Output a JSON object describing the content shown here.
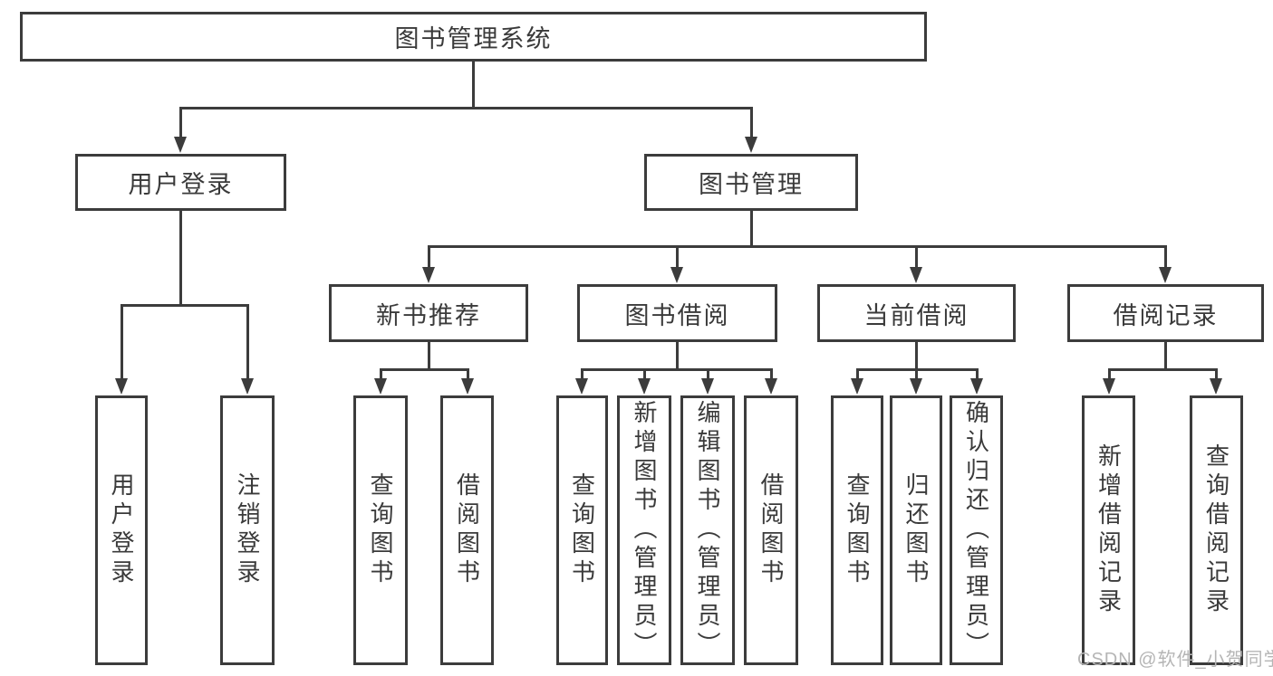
{
  "diagram": {
    "title": "图书管理系统",
    "watermark": "CSDN @软件_小贺同学",
    "colors": {
      "line": "#3c3c3c",
      "text": "#3a3a3a",
      "watermark": "#b5b5b5",
      "background": "#ffffff"
    },
    "nodes": [
      {
        "id": "root",
        "label": "图书管理系统",
        "parent": null
      },
      {
        "id": "user-login",
        "label": "用户登录",
        "parent": "root"
      },
      {
        "id": "book-mgmt",
        "label": "图书管理",
        "parent": "root"
      },
      {
        "id": "login",
        "label": "用户登录",
        "parent": "user-login"
      },
      {
        "id": "logout",
        "label": "注销登录",
        "parent": "user-login"
      },
      {
        "id": "new-book",
        "label": "新书推荐",
        "parent": "book-mgmt"
      },
      {
        "id": "book-borrow",
        "label": "图书借阅",
        "parent": "book-mgmt"
      },
      {
        "id": "current-borrow",
        "label": "当前借阅",
        "parent": "book-mgmt"
      },
      {
        "id": "borrow-record",
        "label": "借阅记录",
        "parent": "book-mgmt"
      },
      {
        "id": "nb-query",
        "label": "查询图书",
        "parent": "new-book"
      },
      {
        "id": "nb-borrow",
        "label": "借阅图书",
        "parent": "new-book"
      },
      {
        "id": "bb-query",
        "label": "查询图书",
        "parent": "book-borrow"
      },
      {
        "id": "bb-add",
        "label": "新增图书（管理员）",
        "parent": "book-borrow"
      },
      {
        "id": "bb-edit",
        "label": "编辑图书（管理员）",
        "parent": "book-borrow"
      },
      {
        "id": "bb-borrow",
        "label": "借阅图书",
        "parent": "book-borrow"
      },
      {
        "id": "cb-query",
        "label": "查询图书",
        "parent": "current-borrow"
      },
      {
        "id": "cb-return",
        "label": "归还图书",
        "parent": "current-borrow"
      },
      {
        "id": "cb-confirm",
        "label": "确认归还（管理员）",
        "parent": "current-borrow"
      },
      {
        "id": "br-add",
        "label": "新增借阅记录",
        "parent": "borrow-record"
      },
      {
        "id": "br-query",
        "label": "查询借阅记录",
        "parent": "borrow-record"
      }
    ]
  }
}
